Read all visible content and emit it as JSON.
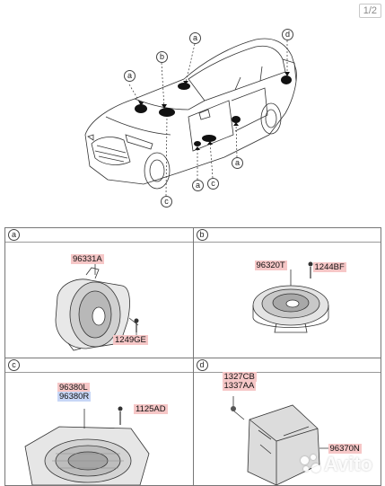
{
  "page_indicator": "1/2",
  "overview": {
    "callouts": [
      "a",
      "b",
      "a",
      "d",
      "a",
      "a",
      "c",
      "c"
    ]
  },
  "sections": {
    "a": {
      "letter": "a",
      "parts": [
        "96331A",
        "1249GE"
      ]
    },
    "b": {
      "letter": "b",
      "parts": [
        "96320T",
        "1244BF"
      ]
    },
    "c": {
      "letter": "c",
      "parts": [
        "96380L",
        "96380R",
        "1125AD"
      ]
    },
    "d": {
      "letter": "d",
      "parts": [
        "1327CB",
        "1337AA",
        "96370N"
      ]
    }
  },
  "watermark": "Avito"
}
